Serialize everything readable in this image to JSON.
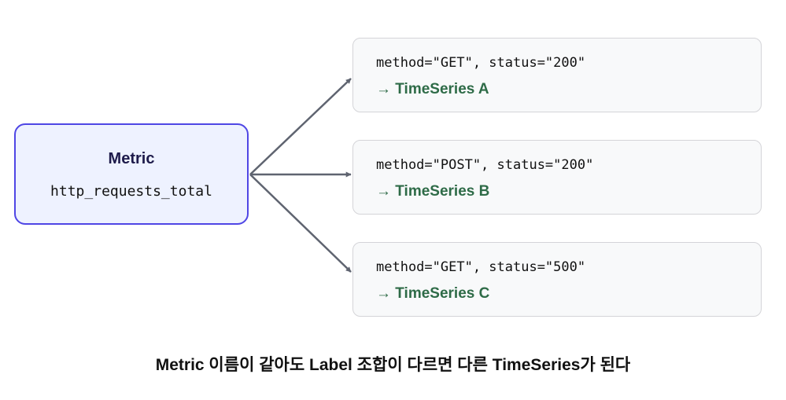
{
  "metric": {
    "title": "Metric",
    "name": "http_requests_total"
  },
  "timeseries": [
    {
      "labels": "method=\"GET\", status=\"200\"",
      "target": "→ TimeSeries A"
    },
    {
      "labels": "method=\"POST\", status=\"200\"",
      "target": "→ TimeSeries B"
    },
    {
      "labels": "method=\"GET\", status=\"500\"",
      "target": "→ TimeSeries C"
    }
  ],
  "caption": "Metric 이름이 같아도 Label 조합이 다르면 다른 TimeSeries가 된다",
  "colors": {
    "metric_border": "#4f46e5",
    "metric_fill": "#eef2ff",
    "metric_title": "#1e1b4b",
    "series_border": "#d4d4d8",
    "series_fill": "#f8f9fa",
    "target_text": "#2e6b47",
    "connector": "#5f6470"
  }
}
